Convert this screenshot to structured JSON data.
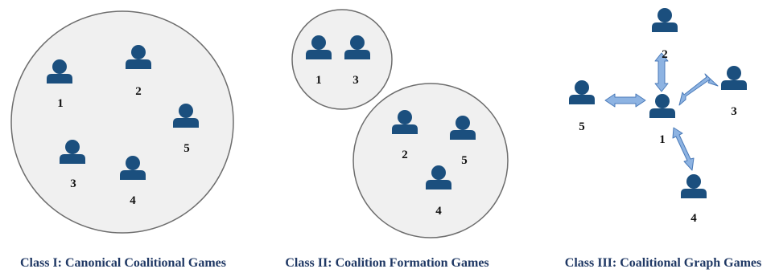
{
  "colors": {
    "person": "#1b4f7e",
    "circle_fill": "#f0f0f0",
    "circle_stroke": "#6d6d6d",
    "arrow_fill": "#8db3e2",
    "arrow_stroke": "#4a7ab8",
    "caption": "#1f3864"
  },
  "icons": {
    "player": "person-icon",
    "link": "double-headed-arrow-icon"
  },
  "panels": {
    "class1": {
      "caption": "Class I: Canonical Coalitional Games",
      "players": [
        "1",
        "2",
        "5",
        "3",
        "4"
      ]
    },
    "class2": {
      "caption": "Class II: Coalition Formation Games",
      "coalition_a": [
        "1",
        "3"
      ],
      "coalition_b": [
        "2",
        "5",
        "4"
      ]
    },
    "class3": {
      "caption": "Class III: Coalitional Graph Games",
      "players": [
        "2",
        "3",
        "5",
        "1",
        "4"
      ],
      "edges": [
        [
          "1",
          "2"
        ],
        [
          "1",
          "3"
        ],
        [
          "1",
          "5"
        ],
        [
          "1",
          "4"
        ]
      ]
    }
  }
}
